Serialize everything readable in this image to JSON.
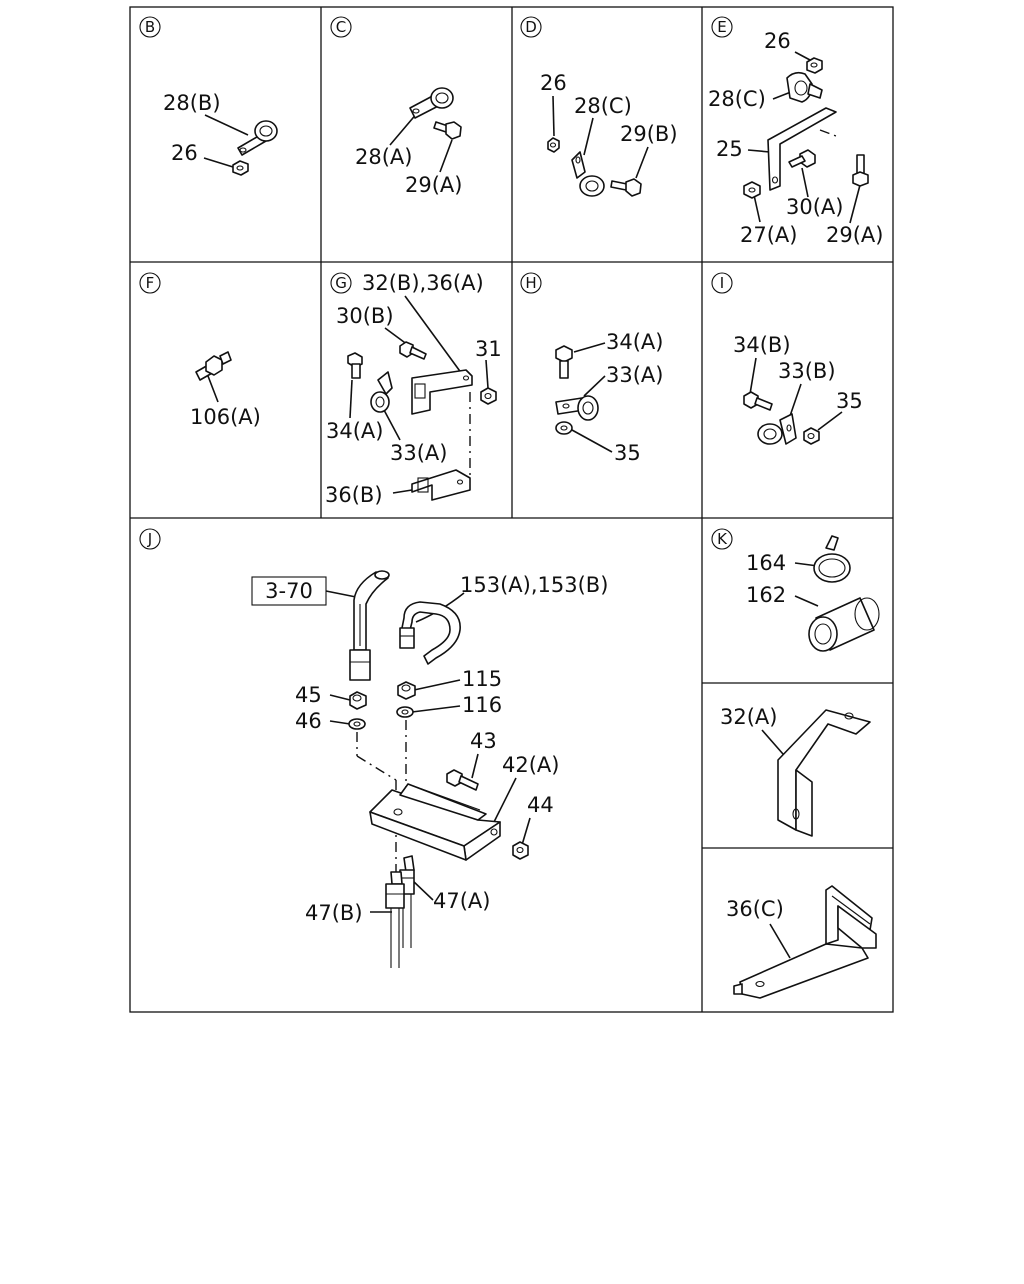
{
  "panels": {
    "B": {
      "id": "B",
      "labels": [
        "28(B)",
        "26"
      ]
    },
    "C": {
      "id": "C",
      "labels": [
        "28(A)",
        "29(A)"
      ]
    },
    "D": {
      "id": "D",
      "labels": [
        "26",
        "28(C)",
        "29(B)"
      ]
    },
    "E": {
      "id": "E",
      "labels": [
        "26",
        "28(C)",
        "25",
        "30(A)",
        "27(A)",
        "29(A)"
      ]
    },
    "F": {
      "id": "F",
      "labels": [
        "106(A)"
      ]
    },
    "G": {
      "id": "G",
      "labels": [
        "32(B),36(A)",
        "30(B)",
        "31",
        "34(A)",
        "33(A)",
        "36(B)"
      ]
    },
    "H": {
      "id": "H",
      "labels": [
        "34(A)",
        "33(A)",
        "35"
      ]
    },
    "I": {
      "id": "I",
      "labels": [
        "34(B)",
        "33(B)",
        "35"
      ]
    },
    "J": {
      "id": "J",
      "ref_box": "3-70",
      "labels": [
        "153(A),153(B)",
        "115",
        "45",
        "116",
        "46",
        "43",
        "42(A)",
        "44",
        "47(B)",
        "47(A)"
      ]
    },
    "K": {
      "id": "K",
      "labels": [
        "164",
        "162"
      ]
    },
    "L1": {
      "labels": [
        "32(A)"
      ]
    },
    "L2": {
      "labels": [
        "36(C)"
      ]
    }
  }
}
